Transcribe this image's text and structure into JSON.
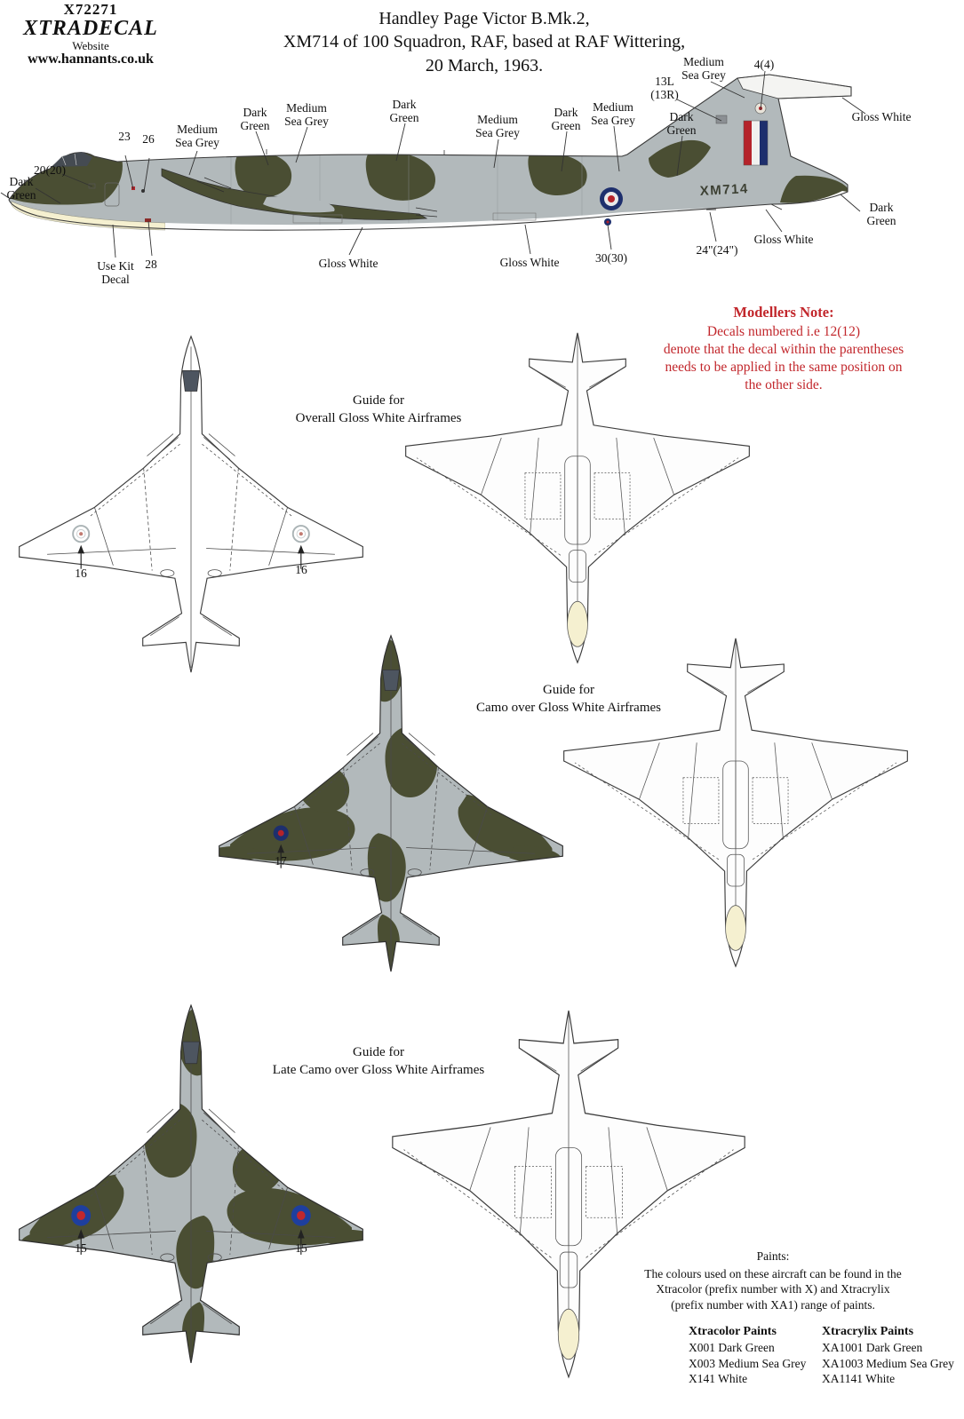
{
  "logo": {
    "code": "X72271",
    "brand": "XTRADECAL",
    "website_label": "Website",
    "website_url": "www.hannants.co.uk"
  },
  "title": {
    "lines": [
      "Handley Page Victor B.Mk.2,",
      "XM714 of 100 Squadron, RAF, based at RAF Wittering,",
      "20 March, 1963."
    ]
  },
  "side_view": {
    "serial": "XM714",
    "labels": [
      "23",
      "26",
      "Medium Sea Grey",
      "Dark Green",
      "Medium Sea Grey",
      "Dark Green",
      "Medium Sea Grey",
      "Dark Green",
      "Medium Sea Grey",
      "Dark Green",
      "13L (13R)",
      "Medium Sea Grey",
      "4(4)",
      "Gloss White",
      "20(20)",
      "Dark Green",
      "Use Kit Decal",
      "28",
      "Gloss White",
      "Gloss White",
      "30(30)",
      "24\"(24\")",
      "Gloss White",
      "Dark Green"
    ]
  },
  "modellers_note": {
    "title": "Modellers Note:",
    "body": "Decals numbered i.e 12(12)\ndenote that the decal within the parentheses\nneeds to be applied in the same position on\nthe other side."
  },
  "guides": [
    {
      "caption_line1": "Guide for",
      "caption_line2": "Overall Gloss White Airframes",
      "decal_numbers": [
        "16",
        "16"
      ]
    },
    {
      "caption_line1": "Guide for",
      "caption_line2": "Camo over Gloss White Airframes",
      "decal_numbers": [
        "17"
      ]
    },
    {
      "caption_line1": "Guide for",
      "caption_line2": "Late Camo over Gloss White Airframes",
      "decal_numbers": [
        "15",
        "15"
      ]
    }
  ],
  "paints": {
    "title": "Paints:",
    "body": "The colours used on these aircraft can be found in the\nXtracolor (prefix number with X) and Xtracrylix\n(prefix number with XA1) range of paints.",
    "columns": [
      {
        "heading": "Xtracolor Paints",
        "items": [
          "X001 Dark Green",
          "X003 Medium Sea Grey",
          "X141 White"
        ]
      },
      {
        "heading": "Xtracrylix Paints",
        "items": [
          "XA1001 Dark Green",
          "XA1003 Medium Sea Grey",
          "XA1141 White"
        ]
      }
    ]
  },
  "colors": {
    "dark_green": "#4a4e33",
    "medium_sea_grey": "#b2b9bb",
    "gloss_white": "#ffffff",
    "cream": "#f5f0d0",
    "note_red": "#c2272c",
    "roundel_blue": "#1e2f6d",
    "roundel_red": "#b5232a"
  }
}
